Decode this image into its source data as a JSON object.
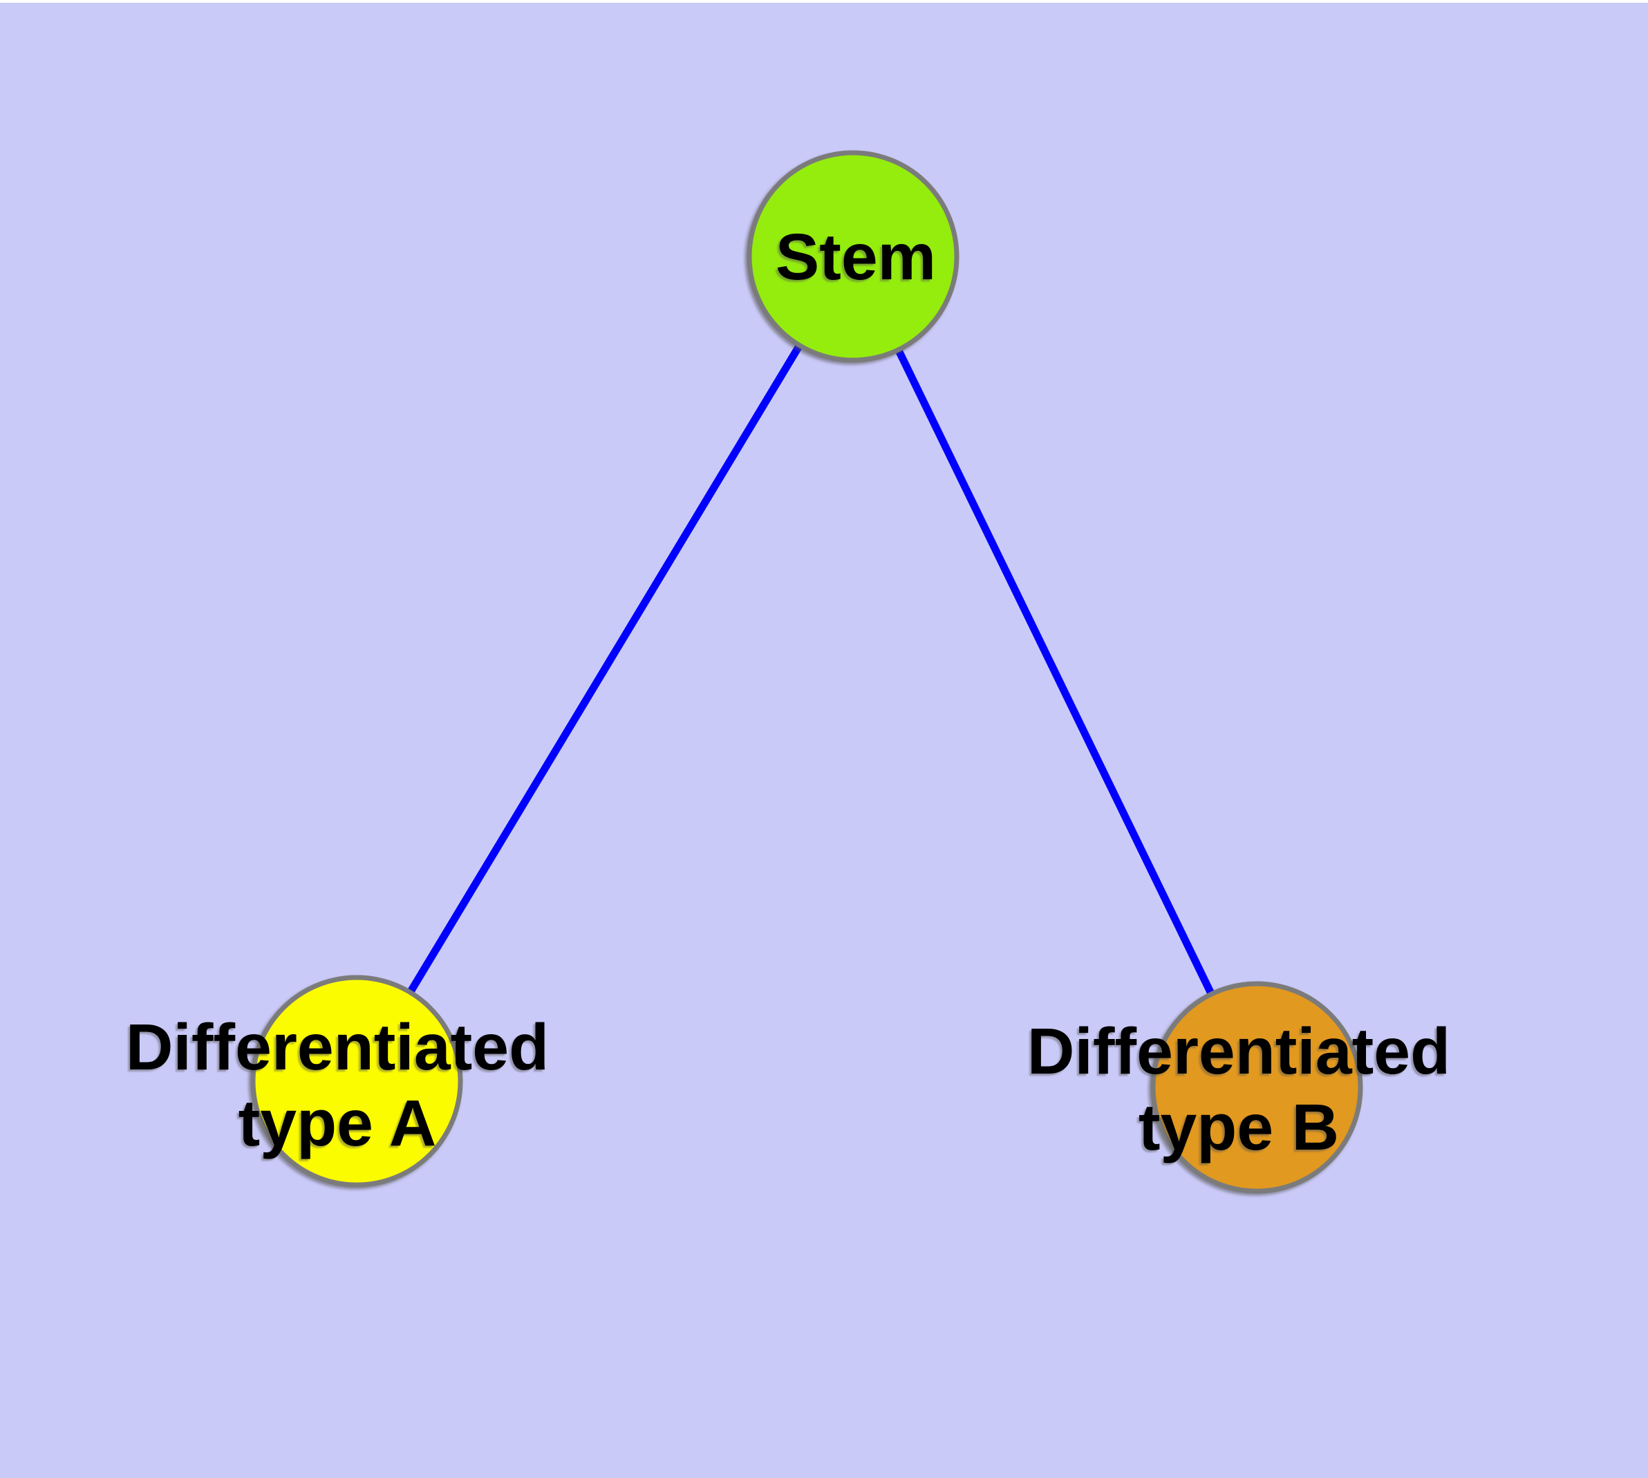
{
  "background_color": "#CACAF8",
  "label_color": "#000000",
  "node_border_color": "#7B7B7B",
  "nodes": {
    "stem": {
      "label": "Stem",
      "fill": "#94ED0D"
    },
    "type_a": {
      "label_line1": "Differentiated",
      "label_line2": "type A",
      "fill": "#FCFC00"
    },
    "type_b": {
      "label_line1": "Differentiated",
      "label_line2": "type B",
      "fill": "#E2991F"
    }
  },
  "edges": {
    "color": "#0000FF",
    "list": [
      {
        "from": "Stem",
        "to": "Differentiated type A"
      },
      {
        "from": "Stem",
        "to": "Differentiated type B"
      }
    ]
  }
}
